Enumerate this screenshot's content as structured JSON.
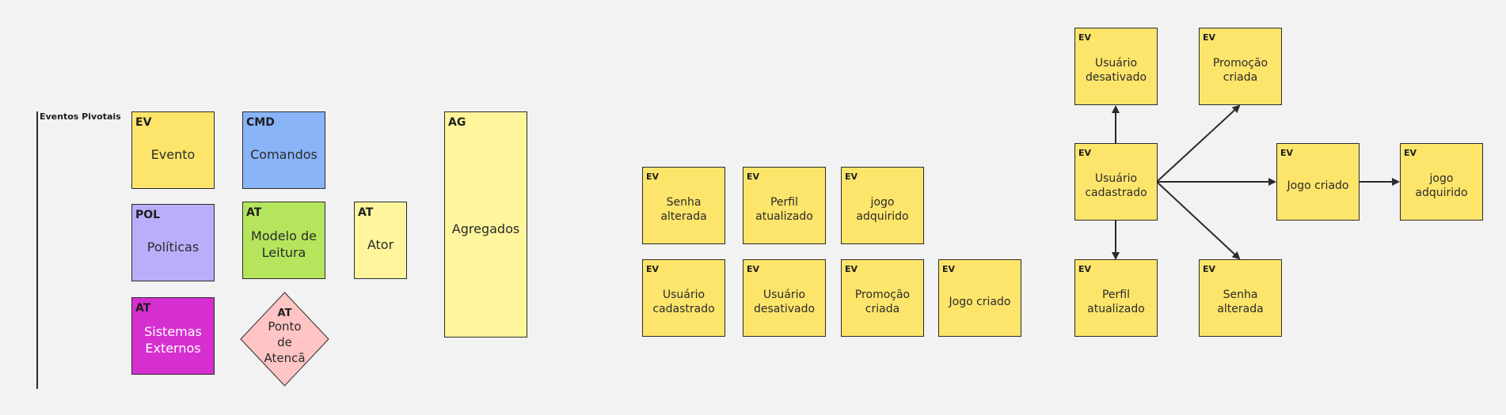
{
  "colors": {
    "event": "#fde56b",
    "command": "#8ab4f8",
    "policy": "#b9aef9",
    "read_model": "#b5e55c",
    "actor": "#fff59d",
    "external": "#d62fd0",
    "attention": "#ffc4c4",
    "aggregate": "#fff59d",
    "line": "#2b2b2b",
    "background": "#f2f2f2"
  },
  "legend": {
    "section_title": "Eventos Pivotais",
    "event": {
      "tag": "EV",
      "label": "Evento"
    },
    "command": {
      "tag": "CMD",
      "label": "Comandos"
    },
    "policy": {
      "tag": "POL",
      "label": "Políticas"
    },
    "read_model": {
      "tag": "AT",
      "label": "Modelo de Leitura"
    },
    "actor": {
      "tag": "AT",
      "label": "Ator"
    },
    "external": {
      "tag": "AT",
      "label": "Sistemas Externos"
    },
    "attention": {
      "tag": "AT",
      "label_lines": [
        "Ponto",
        "de",
        "Atencã"
      ]
    },
    "aggregate": {
      "tag": "AG",
      "label": "Agregados"
    }
  },
  "events_grid": [
    {
      "tag": "EV",
      "label": "Senha alterada"
    },
    {
      "tag": "EV",
      "label": "Perfil atualizado"
    },
    {
      "tag": "EV",
      "label": "jogo adquirido"
    },
    {
      "tag": "EV",
      "label": "Usuário cadastrado"
    },
    {
      "tag": "EV",
      "label": "Usuário desativado"
    },
    {
      "tag": "EV",
      "label": "Promoção criada"
    },
    {
      "tag": "EV",
      "label": "Jogo criado"
    }
  ],
  "flow": {
    "center": {
      "tag": "EV",
      "label": "Usuário cadastrado"
    },
    "up": {
      "tag": "EV",
      "label": "Usuário desativado"
    },
    "up_right": {
      "tag": "EV",
      "label": "Promoção criada"
    },
    "right": {
      "tag": "EV",
      "label": "Jogo criado"
    },
    "far_right": {
      "tag": "EV",
      "label": "jogo adquirido"
    },
    "down": {
      "tag": "EV",
      "label": "Perfil atualizado"
    },
    "down_right": {
      "tag": "EV",
      "label": "Senha alterada"
    }
  }
}
